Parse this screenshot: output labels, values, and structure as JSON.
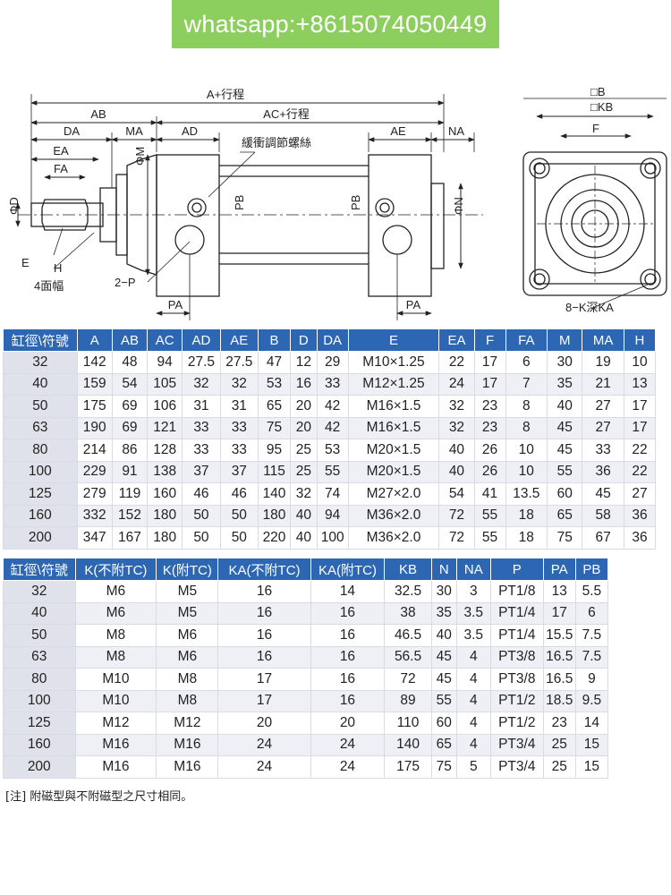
{
  "banner": {
    "text": "whatsapp:+8615074050449"
  },
  "drawing": {
    "labels": {
      "A": "A+行程",
      "AB": "AB",
      "AC": "AC+行程",
      "DA": "DA",
      "MA": "MA",
      "AD": "AD",
      "AE": "AE",
      "NA": "NA",
      "EA": "EA",
      "FA": "FA",
      "D": "ΦD",
      "E": "E",
      "H": "H",
      "H4": "4面幅",
      "M": "ΦM",
      "N": "ΦN",
      "PB1": "PB",
      "PB2": "PB",
      "P": "2−P",
      "PA1": "PA",
      "PA2": "PA",
      "cushion": "緩衝調節螺絲",
      "B": "□B",
      "KB": "□KB",
      "F": "F",
      "K": "8−K深KA"
    }
  },
  "table1": {
    "headers": [
      "缸徑\\符號",
      "A",
      "AB",
      "AC",
      "AD",
      "AE",
      "B",
      "D",
      "DA",
      "E",
      "EA",
      "F",
      "FA",
      "M",
      "MA",
      "H"
    ],
    "rows": [
      [
        "32",
        "142",
        "48",
        "94",
        "27.5",
        "27.5",
        "47",
        "12",
        "29",
        "M10×1.25",
        "22",
        "17",
        "6",
        "30",
        "19",
        "10"
      ],
      [
        "40",
        "159",
        "54",
        "105",
        "32",
        "32",
        "53",
        "16",
        "33",
        "M12×1.25",
        "24",
        "17",
        "7",
        "35",
        "21",
        "13"
      ],
      [
        "50",
        "175",
        "69",
        "106",
        "31",
        "31",
        "65",
        "20",
        "42",
        "M16×1.5",
        "32",
        "23",
        "8",
        "40",
        "27",
        "17"
      ],
      [
        "63",
        "190",
        "69",
        "121",
        "33",
        "33",
        "75",
        "20",
        "42",
        "M16×1.5",
        "32",
        "23",
        "8",
        "45",
        "27",
        "17"
      ],
      [
        "80",
        "214",
        "86",
        "128",
        "33",
        "33",
        "95",
        "25",
        "53",
        "M20×1.5",
        "40",
        "26",
        "10",
        "45",
        "33",
        "22"
      ],
      [
        "100",
        "229",
        "91",
        "138",
        "37",
        "37",
        "115",
        "25",
        "55",
        "M20×1.5",
        "40",
        "26",
        "10",
        "55",
        "36",
        "22"
      ],
      [
        "125",
        "279",
        "119",
        "160",
        "46",
        "46",
        "140",
        "32",
        "74",
        "M27×2.0",
        "54",
        "41",
        "13.5",
        "60",
        "45",
        "27"
      ],
      [
        "160",
        "332",
        "152",
        "180",
        "50",
        "50",
        "180",
        "40",
        "94",
        "M36×2.0",
        "72",
        "55",
        "18",
        "65",
        "58",
        "36"
      ],
      [
        "200",
        "347",
        "167",
        "180",
        "50",
        "50",
        "220",
        "40",
        "100",
        "M36×2.0",
        "72",
        "55",
        "18",
        "75",
        "67",
        "36"
      ]
    ]
  },
  "table2": {
    "headers": [
      "缸徑\\符號",
      "K(不附TC)",
      "K(附TC)",
      "KA(不附TC)",
      "KA(附TC)",
      "KB",
      "N",
      "NA",
      "P",
      "PA",
      "PB"
    ],
    "rows": [
      [
        "32",
        "M6",
        "M5",
        "16",
        "14",
        "32.5",
        "30",
        "3",
        "PT1/8",
        "13",
        "5.5"
      ],
      [
        "40",
        "M6",
        "M5",
        "16",
        "16",
        "38",
        "35",
        "3.5",
        "PT1/4",
        "17",
        "6"
      ],
      [
        "50",
        "M8",
        "M6",
        "16",
        "16",
        "46.5",
        "40",
        "3.5",
        "PT1/4",
        "15.5",
        "7.5"
      ],
      [
        "63",
        "M8",
        "M6",
        "16",
        "16",
        "56.5",
        "45",
        "4",
        "PT3/8",
        "16.5",
        "7.5"
      ],
      [
        "80",
        "M10",
        "M8",
        "17",
        "16",
        "72",
        "45",
        "4",
        "PT3/8",
        "16.5",
        "9"
      ],
      [
        "100",
        "M10",
        "M8",
        "17",
        "16",
        "89",
        "55",
        "4",
        "PT1/2",
        "18.5",
        "9.5"
      ],
      [
        "125",
        "M12",
        "M12",
        "20",
        "20",
        "110",
        "60",
        "4",
        "PT1/2",
        "23",
        "14"
      ],
      [
        "160",
        "M16",
        "M16",
        "24",
        "24",
        "140",
        "65",
        "4",
        "PT3/4",
        "25",
        "15"
      ],
      [
        "200",
        "M16",
        "M16",
        "24",
        "24",
        "175",
        "75",
        "5",
        "PT3/4",
        "25",
        "15"
      ]
    ]
  },
  "note": "[注] 附磁型與不附磁型之尺寸相同。"
}
